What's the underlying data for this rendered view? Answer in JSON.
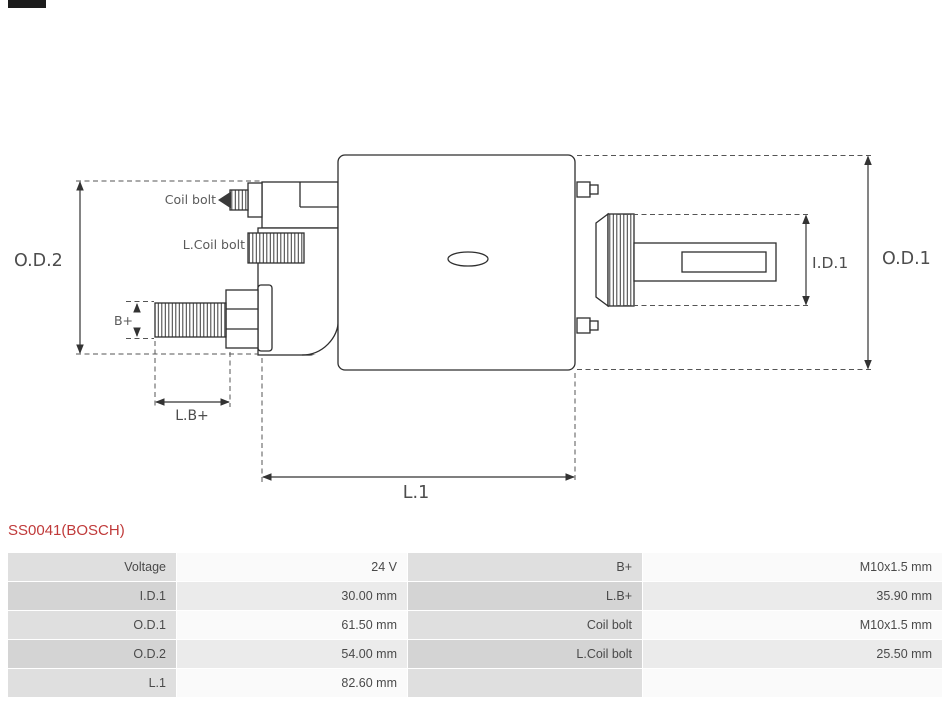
{
  "page": {
    "title": "SS0041(BOSCH)"
  },
  "diagram": {
    "labels": {
      "od2": "O.D.2",
      "od1": "O.D.1",
      "id1": "I.D.1",
      "l1": "L.1",
      "lb_plus": "L.B+",
      "b_plus": "B+",
      "coil_bolt": "Coil bolt",
      "l_coil_bolt": "L.Coil bolt"
    }
  },
  "spec_table": {
    "rows": [
      {
        "label1": "Voltage",
        "value1": "24 V",
        "label2": "B+",
        "value2": "M10x1.5 mm"
      },
      {
        "label1": "I.D.1",
        "value1": "30.00 mm",
        "label2": "L.B+",
        "value2": "35.90 mm"
      },
      {
        "label1": "O.D.1",
        "value1": "61.50 mm",
        "label2": "Coil bolt",
        "value2": "M10x1.5 mm"
      },
      {
        "label1": "O.D.2",
        "value1": "54.00 mm",
        "label2": "L.Coil bolt",
        "value2": "25.50 mm"
      },
      {
        "label1": "L.1",
        "value1": "82.60 mm",
        "label2": "",
        "value2": ""
      }
    ]
  },
  "colors": {
    "title_red": "#c03a3a",
    "line": "#2e2e2e",
    "table_text": "#4a4a4a"
  }
}
